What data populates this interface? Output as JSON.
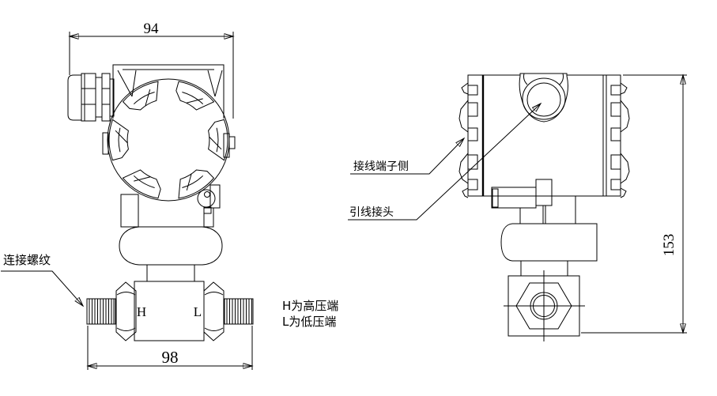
{
  "colors": {
    "background": "#ffffff",
    "line": "#000000"
  },
  "front_view": {
    "dim_top": "94",
    "dim_bottom": "98",
    "port_high": "H",
    "port_low": "L",
    "callout_thread": "连接螺纹"
  },
  "side_view": {
    "dim_height": "153",
    "callout_terminal_side": "接线端子侧",
    "callout_lead_connector": "引线接头"
  },
  "notes": {
    "line1": "H为高压端",
    "line2": "L为低压端"
  }
}
